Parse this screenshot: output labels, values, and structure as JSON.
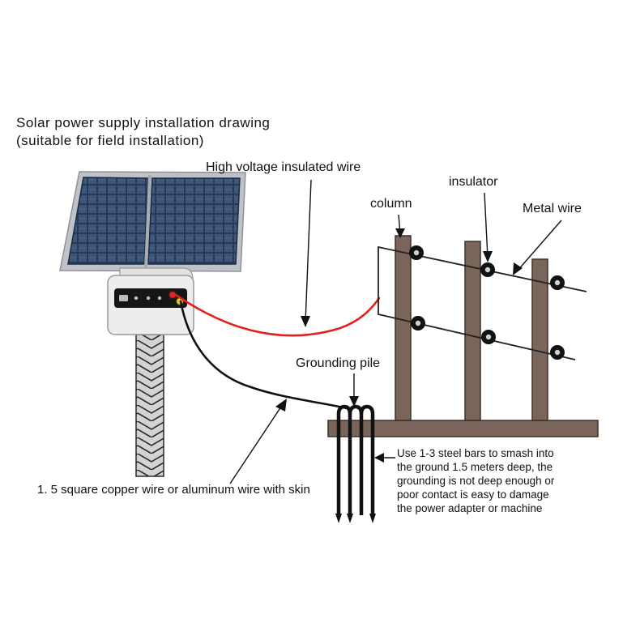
{
  "title": {
    "line1": "Solar power supply installation drawing",
    "line2": "(suitable for field installation)"
  },
  "labels": {
    "high_voltage_wire": "High voltage insulated wire",
    "insulator": "insulator",
    "column": "column",
    "metal_wire": "Metal wire",
    "grounding_pile": "Grounding pile",
    "copper_wire": "1. 5 square copper wire or aluminum wire with skin"
  },
  "grounding_note": [
    "Use 1-3 steel bars to smash into",
    "the ground 1.5 meters deep, the",
    "grounding is not deep enough or",
    "poor contact is easy to damage",
    "the power adapter or machine"
  ],
  "colors": {
    "fence_wood": "#7a655a",
    "fence_outline": "#3d3029",
    "hv_wire": "#e0201b",
    "ground_wire": "#111111",
    "pole_fill": "#cfcfcf"
  }
}
